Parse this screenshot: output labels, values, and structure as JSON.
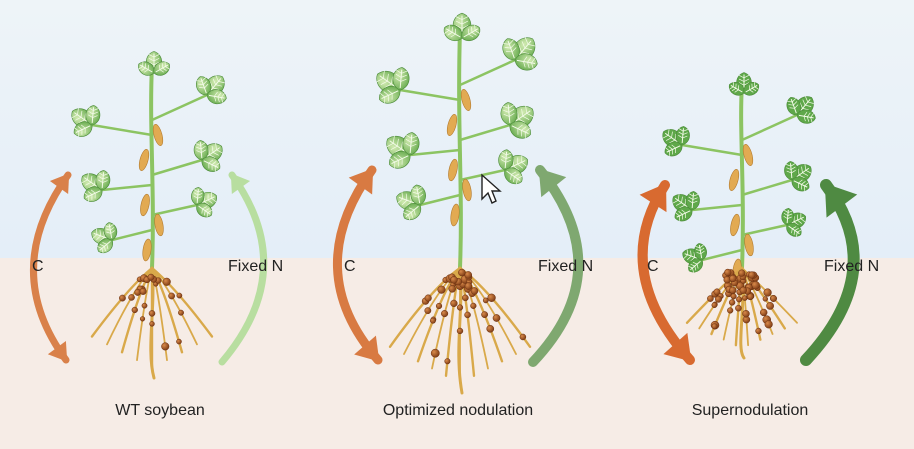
{
  "panels": [
    {
      "caption": "WT soybean",
      "carbon_label": "C",
      "nitrogen_label": "Fixed N",
      "nodule_level": "normal",
      "carbon_arrow_color": "#d9814a",
      "nitrogen_arrow_color": "#b8dea0"
    },
    {
      "caption": "Optimized nodulation",
      "carbon_label": "C",
      "nitrogen_label": "Fixed N",
      "nodule_level": "optimized",
      "carbon_arrow_color": "#d87a42",
      "nitrogen_arrow_color": "#7fa870"
    },
    {
      "caption": "Supernodulation",
      "carbon_label": "C",
      "nitrogen_label": "Fixed N",
      "nodule_level": "super",
      "carbon_arrow_color": "#d86a30",
      "nitrogen_arrow_color": "#4f8a42"
    }
  ],
  "colors": {
    "sky": "#e8f0f8",
    "soil": "#f6ece6",
    "stem": "#8cc462",
    "leaf_light": "#b2d98a",
    "leaf_dark": "#4e9a3c",
    "root": "#d9a94a",
    "nodule": "#9c4f22",
    "pod": "#e2aa52"
  },
  "cursor_icon": "mouse-pointer-icon"
}
